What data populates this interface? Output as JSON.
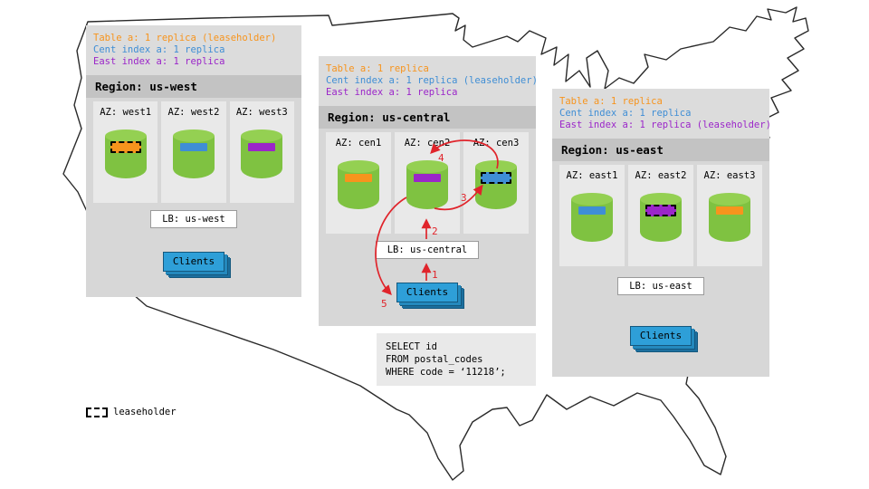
{
  "colors": {
    "table_orange": "#f7941d",
    "cent_blue": "#3f8ed5",
    "east_purple": "#9b26c9",
    "arrow_red": "#e0242b",
    "db_green": "#7fc241",
    "clients_blue": "#2e9fd8"
  },
  "regions": [
    {
      "title": "Region: us-west",
      "notes": [
        {
          "text": "Table a: 1 replica (leaseholder)",
          "color": "#f7941d"
        },
        {
          "text": "Cent index a: 1 replica",
          "color": "#3f8ed5"
        },
        {
          "text": "East index a: 1 replica",
          "color": "#9b26c9"
        }
      ],
      "azs": [
        {
          "label": "AZ: west1",
          "chip_color": "#f7941d",
          "leaseholder": true
        },
        {
          "label": "AZ: west2",
          "chip_color": "#3f8ed5",
          "leaseholder": false
        },
        {
          "label": "AZ: west3",
          "chip_color": "#9b26c9",
          "leaseholder": false
        }
      ],
      "lb_label": "LB: us-west",
      "clients_label": "Clients"
    },
    {
      "title": "Region: us-central",
      "notes": [
        {
          "text": "Table a: 1 replica",
          "color": "#f7941d"
        },
        {
          "text": "Cent index a: 1 replica (leaseholder)",
          "color": "#3f8ed5"
        },
        {
          "text": "East index a: 1 replica",
          "color": "#9b26c9"
        }
      ],
      "azs": [
        {
          "label": "AZ: cen1",
          "chip_color": "#f7941d",
          "leaseholder": false
        },
        {
          "label": "AZ: cen2",
          "chip_color": "#9b26c9",
          "leaseholder": false
        },
        {
          "label": "AZ: cen3",
          "chip_color": "#3f8ed5",
          "leaseholder": true
        }
      ],
      "lb_label": "LB: us-central",
      "clients_label": "Clients"
    },
    {
      "title": "Region: us-east",
      "notes": [
        {
          "text": "Table a: 1 replica",
          "color": "#f7941d"
        },
        {
          "text": "Cent index a: 1 replica",
          "color": "#3f8ed5"
        },
        {
          "text": "East index a: 1 replica (leaseholder)",
          "color": "#9b26c9"
        }
      ],
      "azs": [
        {
          "label": "AZ: east1",
          "chip_color": "#3f8ed5",
          "leaseholder": false
        },
        {
          "label": "AZ: east2",
          "chip_color": "#9b26c9",
          "leaseholder": true
        },
        {
          "label": "AZ: east3",
          "chip_color": "#f7941d",
          "leaseholder": false
        }
      ],
      "lb_label": "LB: us-east",
      "clients_label": "Clients"
    }
  ],
  "query": {
    "lines": [
      "SELECT id",
      "FROM postal_codes",
      "WHERE code = ‘11218’;"
    ]
  },
  "flow": {
    "steps": [
      "1",
      "2",
      "3",
      "4",
      "5"
    ]
  },
  "legend": {
    "label": "leaseholder"
  }
}
